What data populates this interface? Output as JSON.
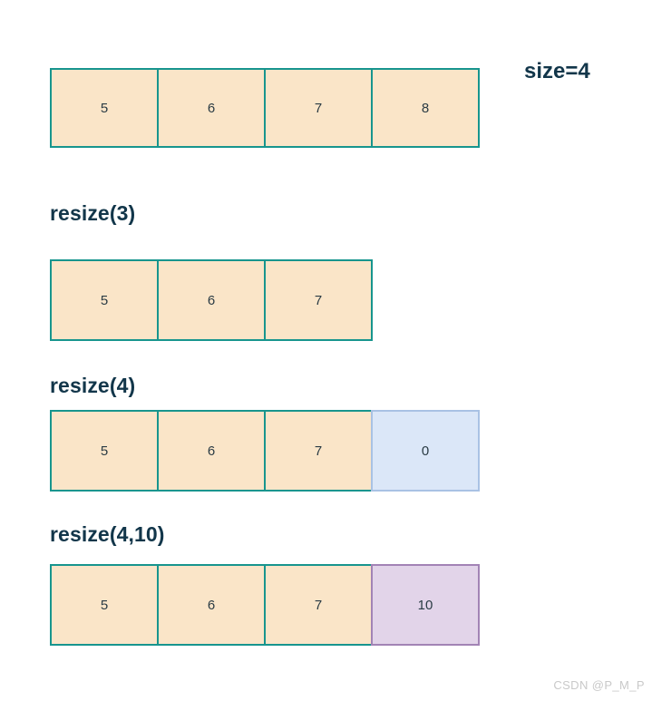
{
  "diagram": {
    "title_note": "size=4",
    "watermark": "CSDN @P_M_P",
    "colors": {
      "cell_existing_fill": "#fae5c8",
      "cell_existing_border": "#17958e",
      "cell_zero_fill": "#dbe7f8",
      "cell_zero_border": "#a9c2e4",
      "cell_value_fill": "#e2d4e9",
      "cell_value_border": "#a283b5",
      "label_text": "#12364a",
      "cell_text": "#2a3b44",
      "watermark_text": "#c9c9c9",
      "background": "#ffffff"
    },
    "rows": [
      {
        "name": "initial",
        "label": "size=4",
        "label_position": "right",
        "cells": [
          {
            "value": "5",
            "style": "fill-cream"
          },
          {
            "value": "6",
            "style": "fill-cream"
          },
          {
            "value": "7",
            "style": "fill-cream"
          },
          {
            "value": "8",
            "style": "fill-cream"
          }
        ]
      },
      {
        "name": "resize-3",
        "label": "resize(3)",
        "label_position": "above",
        "cells": [
          {
            "value": "5",
            "style": "fill-cream"
          },
          {
            "value": "6",
            "style": "fill-cream"
          },
          {
            "value": "7",
            "style": "fill-cream"
          }
        ]
      },
      {
        "name": "resize-4",
        "label": "resize(4)",
        "label_position": "above",
        "cells": [
          {
            "value": "5",
            "style": "fill-cream"
          },
          {
            "value": "6",
            "style": "fill-cream"
          },
          {
            "value": "7",
            "style": "fill-cream"
          },
          {
            "value": "0",
            "style": "fill-blue"
          }
        ]
      },
      {
        "name": "resize-4-10",
        "label": "resize(4,10)",
        "label_position": "above",
        "cells": [
          {
            "value": "5",
            "style": "fill-cream"
          },
          {
            "value": "6",
            "style": "fill-cream"
          },
          {
            "value": "7",
            "style": "fill-cream"
          },
          {
            "value": "10",
            "style": "fill-purple"
          }
        ]
      }
    ]
  }
}
